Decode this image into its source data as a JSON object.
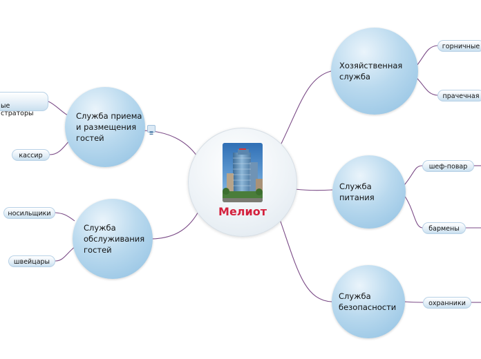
{
  "center": {
    "title": "Мелиот",
    "image": "hotel-building-photo"
  },
  "branches": [
    {
      "id": "priem",
      "label": "Служба приема\nи размещения\nгостей",
      "children": [
        "ые\nстраторы",
        "кассир"
      ]
    },
    {
      "id": "obsl",
      "label": "Служба\nобслуживания\nгостей",
      "children": [
        "носильщики",
        "швейцары"
      ]
    },
    {
      "id": "hoz",
      "label": "Хозяйственная\nслужба",
      "children": [
        "горничные",
        "прачечная"
      ]
    },
    {
      "id": "pit",
      "label": "Служба\nпитания",
      "children": [
        "шеф-повар",
        "бармены"
      ]
    },
    {
      "id": "bez",
      "label": "Служба\nбезопасности",
      "children": [
        "охранники"
      ]
    }
  ],
  "colors": {
    "edge": "#7a4a86",
    "center_title": "#d4213d",
    "node": "#a9cfe9"
  },
  "icons": {
    "collapse": "list-collapse-icon"
  }
}
